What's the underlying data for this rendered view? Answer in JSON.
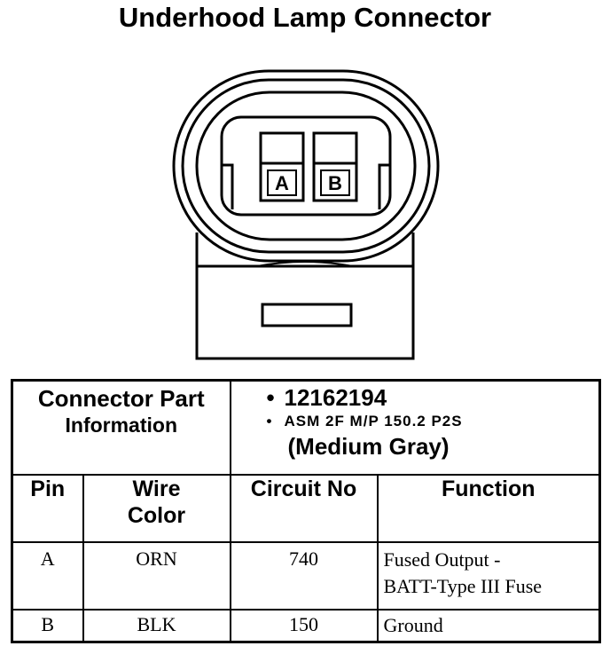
{
  "title": "Underhood Lamp Connector",
  "diagram": {
    "pins": [
      "A",
      "B"
    ]
  },
  "part_info": {
    "label_line1": "Connector Part",
    "label_line2": "Information",
    "part_number": "12162194",
    "model": "ASM 2F M/P 150.2 P2S",
    "color": "(Medium Gray)"
  },
  "table": {
    "headers": {
      "pin": "Pin",
      "wire_color_1": "Wire",
      "wire_color_2": "Color",
      "circuit": "Circuit No",
      "function": "Function"
    },
    "rows": [
      {
        "pin": "A",
        "color": "ORN",
        "circuit": "740",
        "function_1": "Fused Output -",
        "function_2": "BATT-Type III Fuse"
      },
      {
        "pin": "B",
        "color": "BLK",
        "circuit": "150",
        "function_1": "Ground",
        "function_2": ""
      }
    ]
  }
}
